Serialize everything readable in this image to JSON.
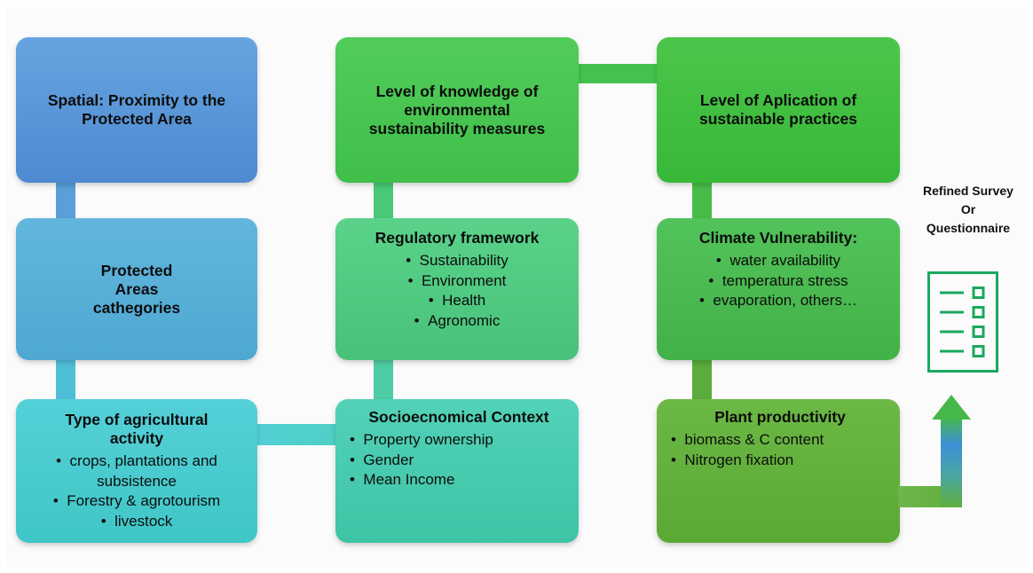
{
  "boxes": {
    "spatial": {
      "title": "Spatial: Proximity to the Protected Area"
    },
    "protected": {
      "title": "Protected Areas cathegories"
    },
    "agri": {
      "title": "Type of agricultural activity",
      "items": [
        "crops, plantations and subsistence",
        "Forestry & agrotourism",
        "livestock"
      ]
    },
    "knowledge": {
      "title": "Level of knowledge of environmental sustainability measures"
    },
    "regulatory": {
      "title": "Regulatory framework",
      "items": [
        "Sustainability",
        "Environment",
        "Health",
        "Agronomic"
      ]
    },
    "socio": {
      "title": "Socioecnomical Context",
      "items": [
        "Property ownership",
        "Gender",
        "Mean Income"
      ]
    },
    "application": {
      "title": "Level of Aplication of sustainable practices"
    },
    "climate": {
      "title": "Climate Vulnerability:",
      "items": [
        "water availability",
        "temperatura stress",
        "evaporation, others…"
      ]
    },
    "plant": {
      "title": "Plant productivity",
      "items": [
        "biomass & C content",
        "Nitrogen fixation"
      ]
    }
  },
  "survey": {
    "line1": "Refined Survey",
    "line2": "Or",
    "line3": "Questionnaire"
  },
  "colors": {
    "blue_dark": "#5b97d8",
    "blue_mid": "#58b1d7",
    "teal": "#46cccc",
    "green_bright": "#44c24f",
    "green_teal": "#4fcc86",
    "green_olive": "#62b13a",
    "doc_green": "#1aa85e"
  },
  "icons": {
    "document": "checklist-document-icon",
    "arrow": "up-arrow-icon"
  }
}
